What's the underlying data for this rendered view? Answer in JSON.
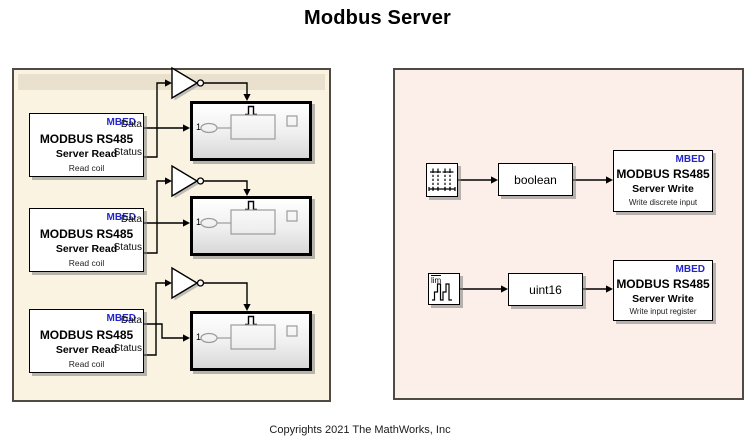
{
  "page": {
    "title": "Modbus Server",
    "copyright": "Copyrights 2021 The MathWorks, Inc"
  },
  "colors": {
    "left_panel_bg": "#faf3e1",
    "left_panel_strip": "#e9e1cd",
    "right_panel_bg": "#fcefe9",
    "panel_border": "#4f4a43",
    "mbed_badge": "#2424cc",
    "block_bg": "#ffffff",
    "wire": "#000000"
  },
  "left_panel": {
    "read_blocks": [
      {
        "badge": "MBED",
        "title": "MODBUS RS485",
        "subtitle": "Server Read",
        "caption": "Read coil",
        "port_data": "Data",
        "port_status": "Status"
      },
      {
        "badge": "MBED",
        "title": "MODBUS RS485",
        "subtitle": "Server Read",
        "caption": "Read coil",
        "port_data": "Data",
        "port_status": "Status"
      },
      {
        "badge": "MBED",
        "title": "MODBUS RS485",
        "subtitle": "Server Read",
        "caption": "Read coil",
        "port_data": "Data",
        "port_status": "Status"
      }
    ],
    "subsystems": [
      {
        "inport": "1",
        "trigger_icon": "pulse-trigger-icon"
      },
      {
        "inport": "1",
        "trigger_icon": "pulse-trigger-icon"
      },
      {
        "inport": "1",
        "trigger_icon": "pulse-trigger-icon"
      }
    ],
    "gates": [
      "not-gate",
      "not-gate",
      "not-gate"
    ]
  },
  "right_panel": {
    "rows": [
      {
        "source_icon": "pulse-stem-icon",
        "converter_label": "boolean",
        "write": {
          "badge": "MBED",
          "title": "MODBUS RS485",
          "subtitle": "Server Write",
          "caption": "Write discrete input"
        }
      },
      {
        "source_icon": "counter-limited-icon",
        "source_label": "lim",
        "converter_label": "uint16",
        "write": {
          "badge": "MBED",
          "title": "MODBUS RS485",
          "subtitle": "Server Write",
          "caption": "Write input register"
        }
      }
    ]
  }
}
